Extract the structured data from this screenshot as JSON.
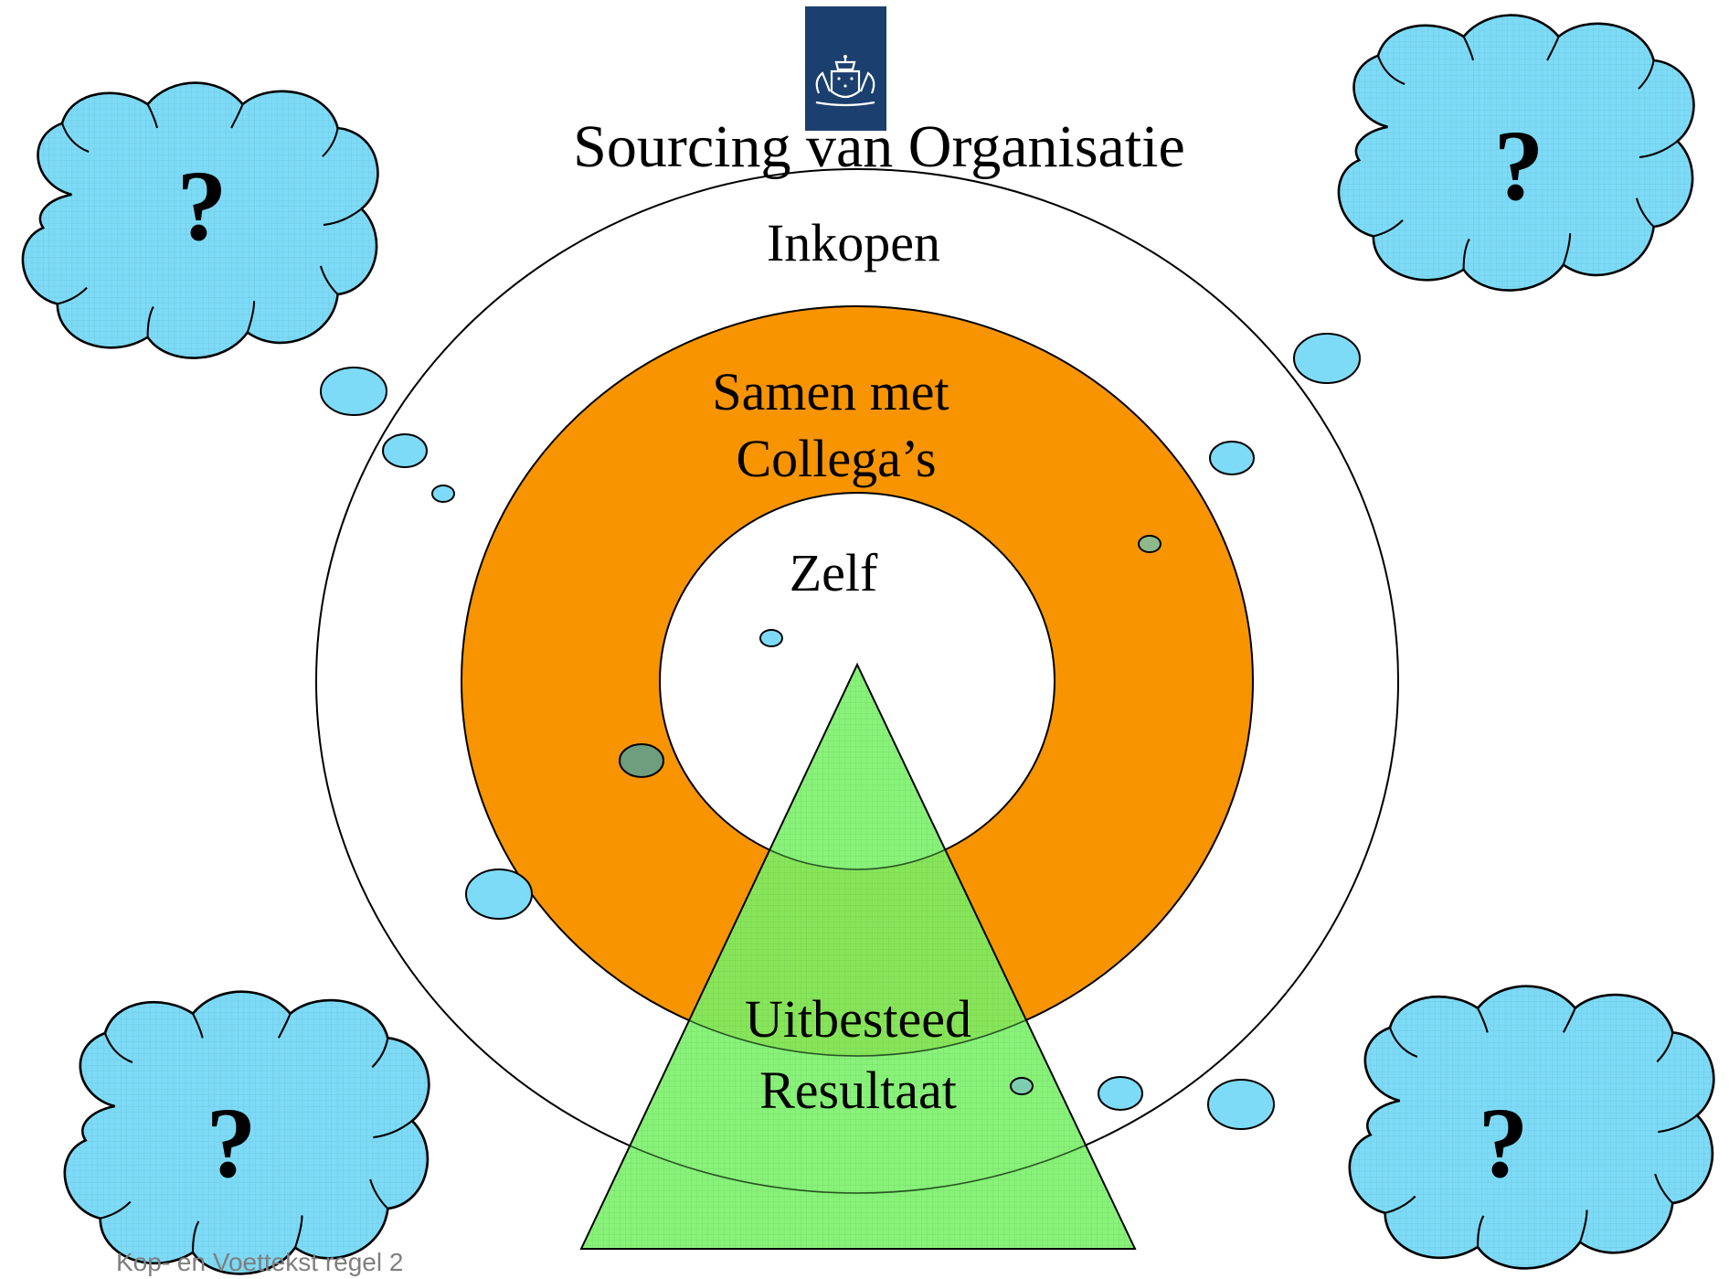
{
  "title": "Sourcing van Organisatie",
  "rings": {
    "outer_label": "Inkopen",
    "middle_label_line1": "Samen met",
    "middle_label_line2": "Collega’s",
    "inner_label": "Zelf"
  },
  "triangle": {
    "label_line1": "Uitbesteed",
    "label_line2": "Resultaat"
  },
  "clouds": {
    "top_left": "?",
    "top_right": "?",
    "bottom_left": "?",
    "bottom_right": "?"
  },
  "footer": "Kop- en Voettekst regel 2",
  "colors": {
    "ring_middle": "#F79400",
    "triangle": "#77F067",
    "cloud": "#7DDBF7",
    "logo": "#1B3F6E",
    "text": "#000000",
    "footer": "#7F7F7F"
  },
  "icons": {
    "logo": "coat-of-arms-icon"
  }
}
